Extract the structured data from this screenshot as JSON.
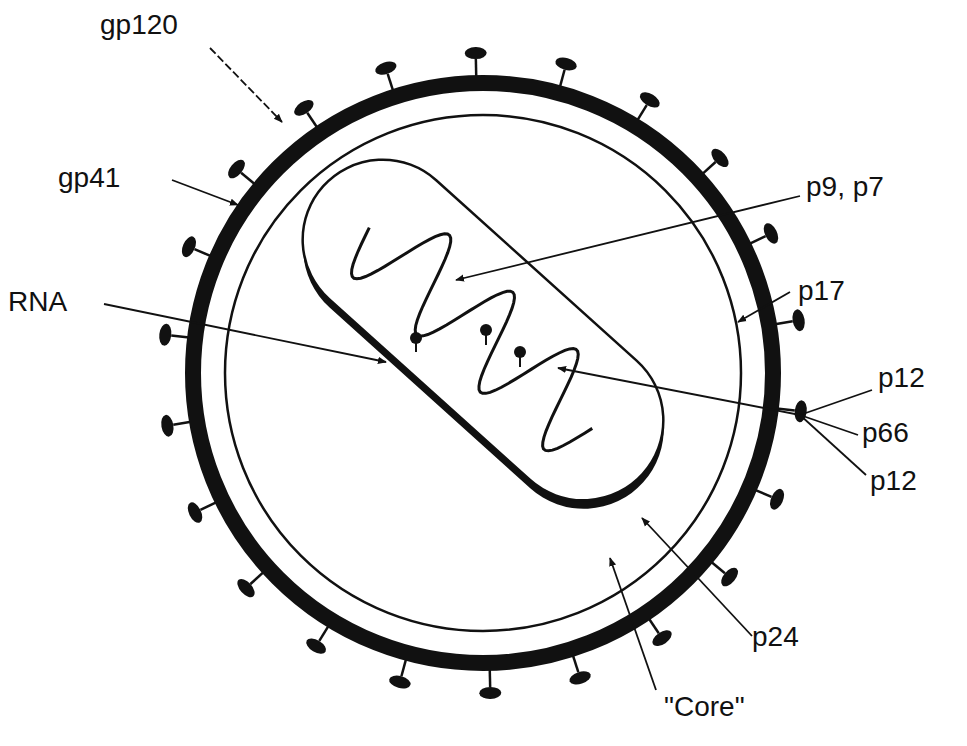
{
  "diagram": {
    "labels": [
      "gp120",
      "gp41",
      "RNA",
      "p9, p7",
      "p17",
      "p12",
      "p66",
      "p12",
      "p24",
      "\"Core\""
    ]
  }
}
